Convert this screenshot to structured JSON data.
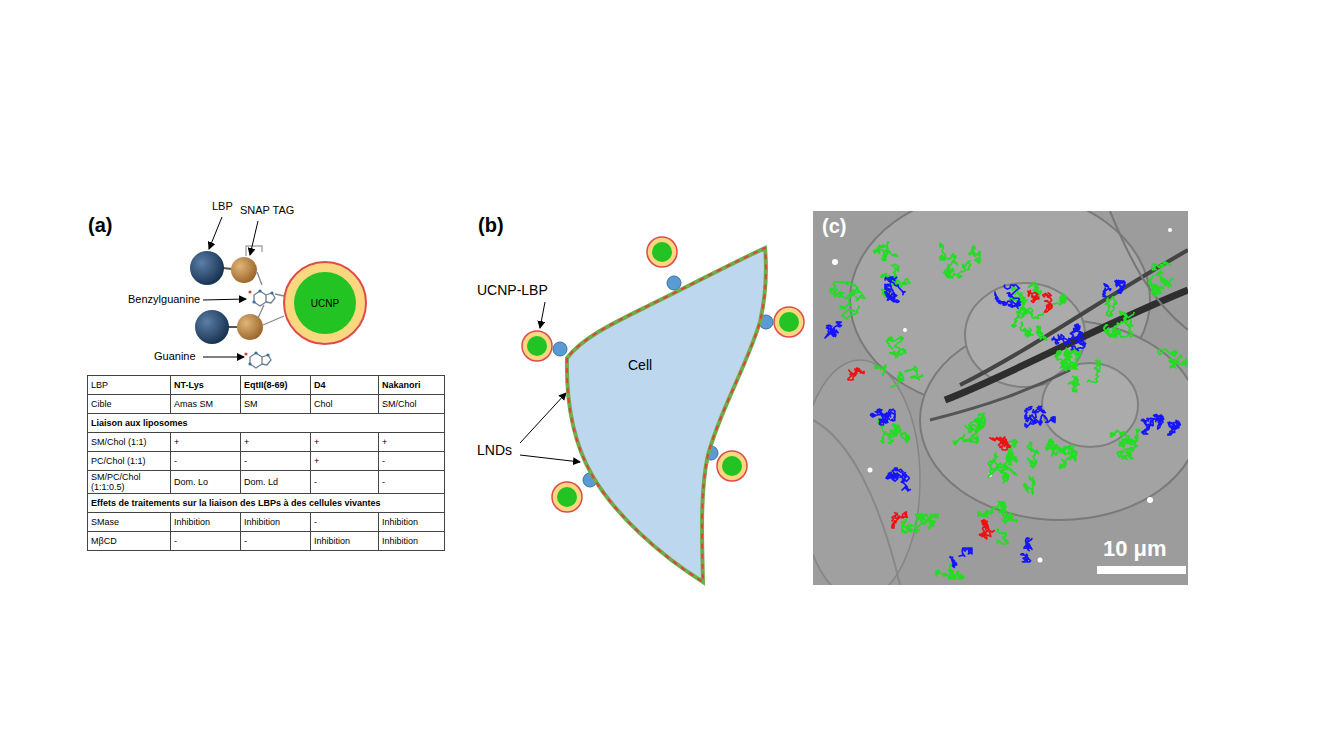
{
  "diagram": {
    "nodes": [
      {
        "text": [
          "UCNP"
        ]
      },
      {
        "text": [
          "Cell"
        ]
      }
    ],
    "labels": [
      "(a)",
      "LBP",
      "SNAP TAG",
      "Benzylguanine",
      "Guanine",
      "LBP",
      "NT-Lys",
      "EqtII(8-69)",
      "D4",
      "Nakanori",
      "Cible",
      "Amas SM",
      "SM",
      "Chol",
      "SM/Chol",
      "Liaison aux liposomes",
      "SM/Chol (1:1)",
      "+",
      "+",
      "+",
      "+",
      "PC/Chol (1:1)",
      "-",
      "-",
      "+",
      "-",
      "SM/PC/Chol (1:1:0.5)",
      "Dom. Lo",
      "Dom. Ld",
      "-",
      "-",
      "Effets de traitements sur la liaison des LBPs à des cellules vivantes",
      "SMase",
      "Inhibition",
      "Inhibition",
      "-",
      "Inhibition",
      "MβCD",
      "-",
      "-",
      "Inhibition",
      "Inhibition",
      "(b)",
      "UCNP-LBP",
      "LNDs",
      "(c)",
      "10 μm"
    ]
  }
}
